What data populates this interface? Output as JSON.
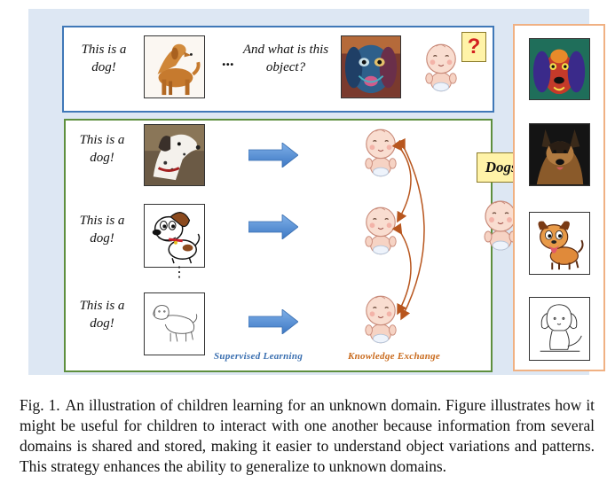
{
  "figure": {
    "top_panel": {
      "statement": "This is a dog!",
      "ellipsis": "...",
      "question": "And what is this object?",
      "question_mark": "?"
    },
    "left_panel": {
      "rows": [
        {
          "statement": "This is a dog!"
        },
        {
          "statement": "This is a dog!"
        },
        {
          "statement": "This is a dog!"
        }
      ],
      "vertical_ellipsis": "⋮",
      "supervised_label": "Supervised Learning",
      "exchange_label": "Knowledge Exchange"
    },
    "answer_bubble": "Dogs!",
    "colors": {
      "top_border": "#3f78b8",
      "left_border": "#5e8f3e",
      "right_border": "#f0b183",
      "arrow": "#4a86cf",
      "exchange_arrow": "#b8561e",
      "bubble_fill": "#fff3a8"
    }
  },
  "caption": {
    "label": "Fig. 1.",
    "text": "An illustration of children learning for an unknown domain. Figure illustrates how it might be useful for children to interact with one another because information from several domains is shared and stored, making it easier to understand object variations and patterns. This strategy enhances the ability to generalize to unknown domains."
  }
}
